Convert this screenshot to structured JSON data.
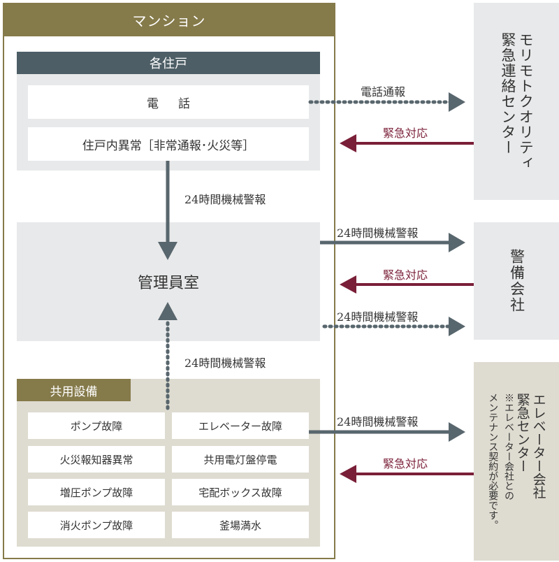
{
  "mansion": {
    "title": "マンション"
  },
  "unit": {
    "title": "各住戸",
    "phone": "電話",
    "alarm": "住戸内異常［非常通報･火災等］"
  },
  "management_room": "管理員室",
  "common": {
    "title": "共用設備",
    "items": [
      "ポンプ故障",
      "エレベーター故障",
      "火災報知器異常",
      "共用電灯盤停電",
      "増圧ポンプ故障",
      "宅配ボックス故障",
      "消火ポンプ故障",
      "釜場満水"
    ]
  },
  "right": {
    "morimoto": [
      "モリモトクオリティ",
      "緊急連絡センター"
    ],
    "security": [
      "警備会社"
    ],
    "elevator": [
      "エレベーター会社",
      "緊急センター"
    ],
    "elevator_note": [
      "※エレベーター会社との",
      "メンテナンス契約が必要です。"
    ]
  },
  "labels": {
    "phone_report": "電話通報",
    "emergency": "緊急対応",
    "machine_alarm": "24時間機械警報"
  },
  "colors": {
    "gold": "#857a4a",
    "slate": "#4d5e66",
    "arrow_gray": "#58666d",
    "arrow_red": "#7a1f38"
  }
}
